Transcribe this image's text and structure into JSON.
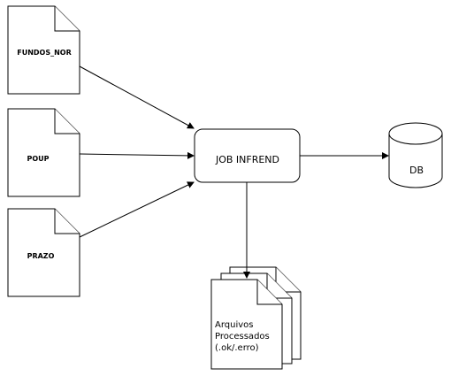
{
  "diagram": {
    "inputs": [
      {
        "label": "FUNDOS_NOR"
      },
      {
        "label": "POUP"
      },
      {
        "label": "PRAZO"
      }
    ],
    "job": {
      "label": "JOB INFREND"
    },
    "database": {
      "label": "DB"
    },
    "output": {
      "lines": [
        "Arquivos",
        "Processados",
        "(.ok/.erro)"
      ]
    }
  }
}
